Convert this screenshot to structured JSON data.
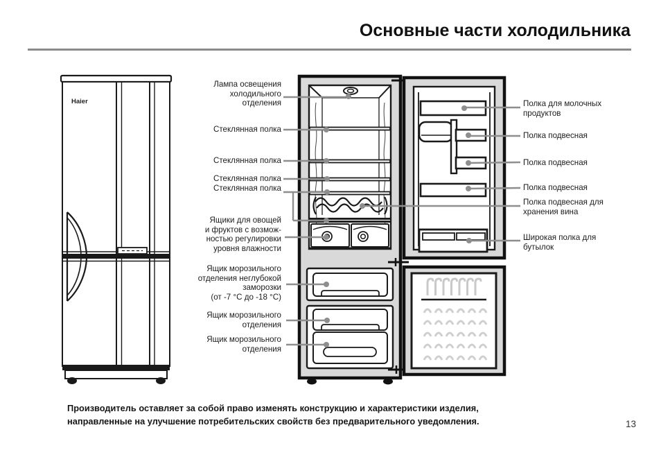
{
  "page": {
    "title": "Основные части холодильника",
    "footer_note": "Производитель оставляет за собой право изменять конструкцию и характеристики изделия,\nнаправленные на улучшение потребительских свойств без предварительного уведомления.",
    "page_number": "13"
  },
  "fridge_front": {
    "brand": "Haier"
  },
  "callouts": {
    "left": [
      {
        "id": "lamp",
        "text": "Лампа освещения\nхолодильного\nотделения"
      },
      {
        "id": "glass-shelf-1",
        "text": "Стеклянная полка"
      },
      {
        "id": "glass-shelf-2",
        "text": "Стеклянная полка"
      },
      {
        "id": "glass-shelf-3",
        "text": "Стеклянная полка"
      },
      {
        "id": "glass-shelf-4",
        "text": "Стеклянная полка"
      },
      {
        "id": "veggie-drawers",
        "text": "Ящики для овощей\nи фруктов с возмож-\nностью регулировки\nуровня влажности"
      },
      {
        "id": "freezer-drawer-1",
        "text": "Ящик морозильного\nотделения неглубокой\nзаморозки\n(от -7 °С до -18 °С)"
      },
      {
        "id": "freezer-drawer-2",
        "text": "Ящик морозильного\nотделения"
      },
      {
        "id": "freezer-drawer-3",
        "text": "Ящик морозильного\nотделения"
      }
    ],
    "right": [
      {
        "id": "milk-shelf",
        "text": "Полка для молочных\nпродуктов"
      },
      {
        "id": "hang-shelf-1",
        "text": "Полка подвесная"
      },
      {
        "id": "hang-shelf-2",
        "text": "Полка подвесная"
      },
      {
        "id": "hang-shelf-3",
        "text": "Полка подвесная"
      },
      {
        "id": "wine-shelf",
        "text": "Полка подвесная для\nхранения вина"
      },
      {
        "id": "bottle-shelf",
        "text": "Широкая полка для\nбутылок"
      }
    ]
  },
  "colors": {
    "leader": "#8e8e8e",
    "line": "#1a1a1a",
    "panel_gray": "#d9d9d9",
    "rule": "#8a8a8a"
  }
}
